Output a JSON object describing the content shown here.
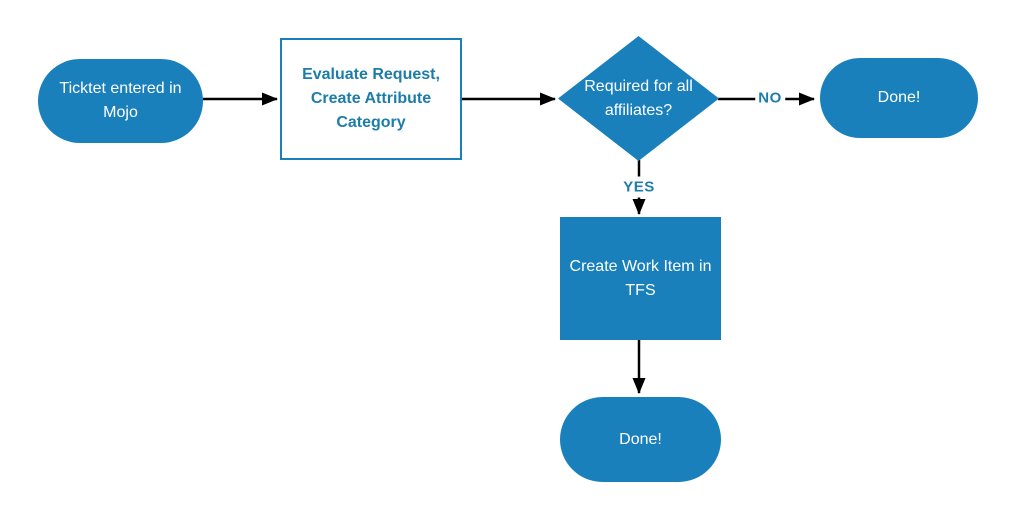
{
  "diagram": {
    "nodes": {
      "start": {
        "label": "Ticktet entered in Mojo",
        "shape": "stadium"
      },
      "evaluate": {
        "label": "Evaluate Request, Create Attribute Category",
        "shape": "rectangle-outlined"
      },
      "decision": {
        "label": "Required for all affiliates?",
        "shape": "diamond"
      },
      "done_no": {
        "label": "Done!",
        "shape": "stadium"
      },
      "create_work_item": {
        "label": "Create Work Item in TFS",
        "shape": "rectangle-filled"
      },
      "done_final": {
        "label": "Done!",
        "shape": "stadium"
      }
    },
    "edge_labels": {
      "no": "NO",
      "yes": "YES"
    },
    "colors": {
      "shape_fill": "#1a80bc",
      "shape_border": "#1a80bc",
      "bold_text": "#1d7da9",
      "node_text": "#ffffff",
      "connector": "#000000",
      "background": "#ffffff"
    }
  }
}
